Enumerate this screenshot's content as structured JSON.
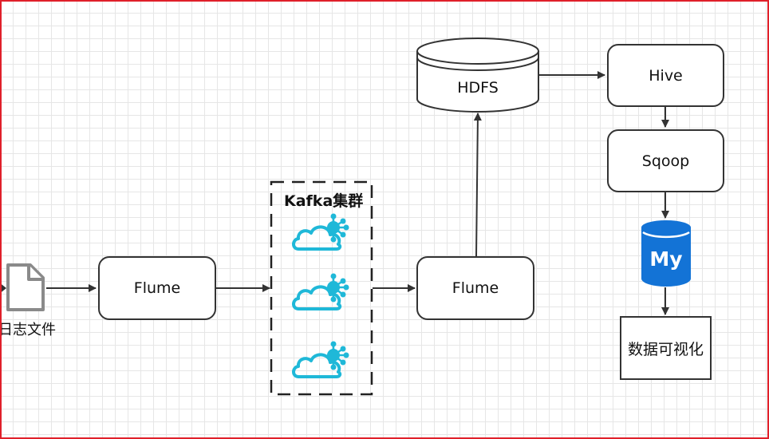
{
  "nodes": {
    "log_file": "日志文件",
    "flume_1": "Flume",
    "kafka_cluster": "Kafka集群",
    "flume_2": "Flume",
    "hdfs": "HDFS",
    "hive": "Hive",
    "sqoop": "Sqoop",
    "mysql_logo": "My",
    "visualization": "数据可视化"
  },
  "colors": {
    "stroke": "#333333",
    "kafka_icon": "#1fb8d8",
    "mysql_blue": "#1373d6",
    "frame": "#e0202a",
    "file_gray": "#888888"
  },
  "icons": [
    "document-icon",
    "kafka-cloud-icon",
    "mysql-database-icon"
  ]
}
